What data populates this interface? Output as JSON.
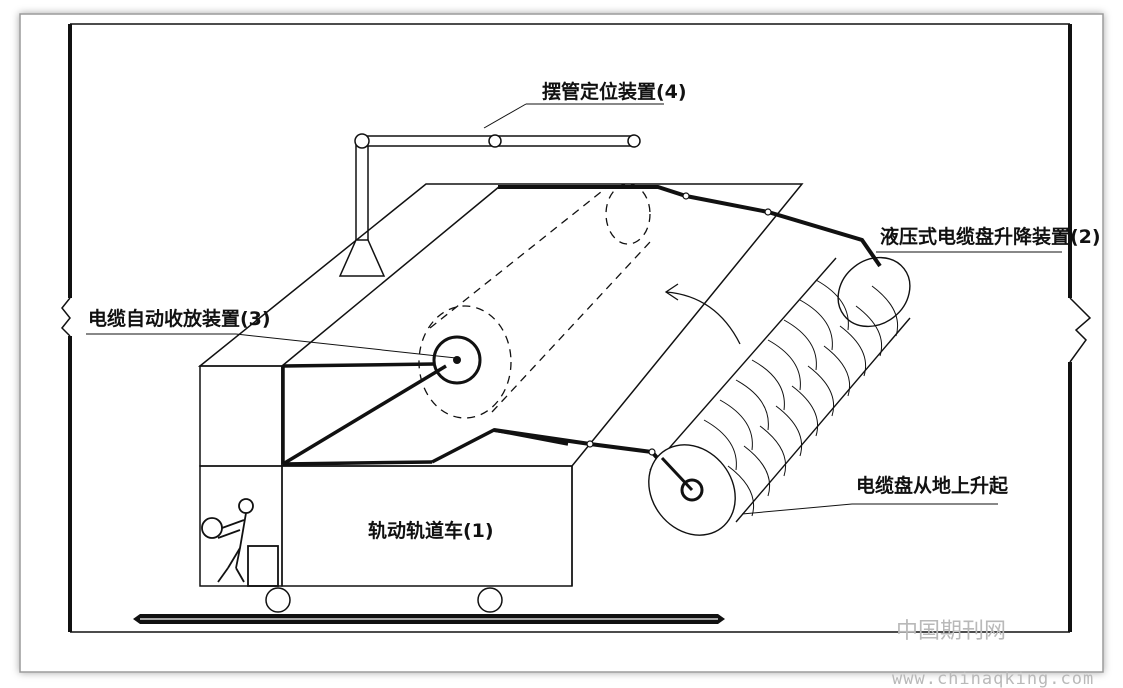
{
  "diagram": {
    "labels": {
      "rail_car": "轨动轨道车(1)",
      "lift_device": "液压式电缆盘升降装置(2)",
      "reel_device": "电缆自动收放装置(3)",
      "pipe_device": "摆管定位装置(4)",
      "drum_rising": "电缆盘从地上升起"
    },
    "watermark": {
      "line1": "中国期刊网",
      "line2": "www.chinaqking.com"
    }
  }
}
